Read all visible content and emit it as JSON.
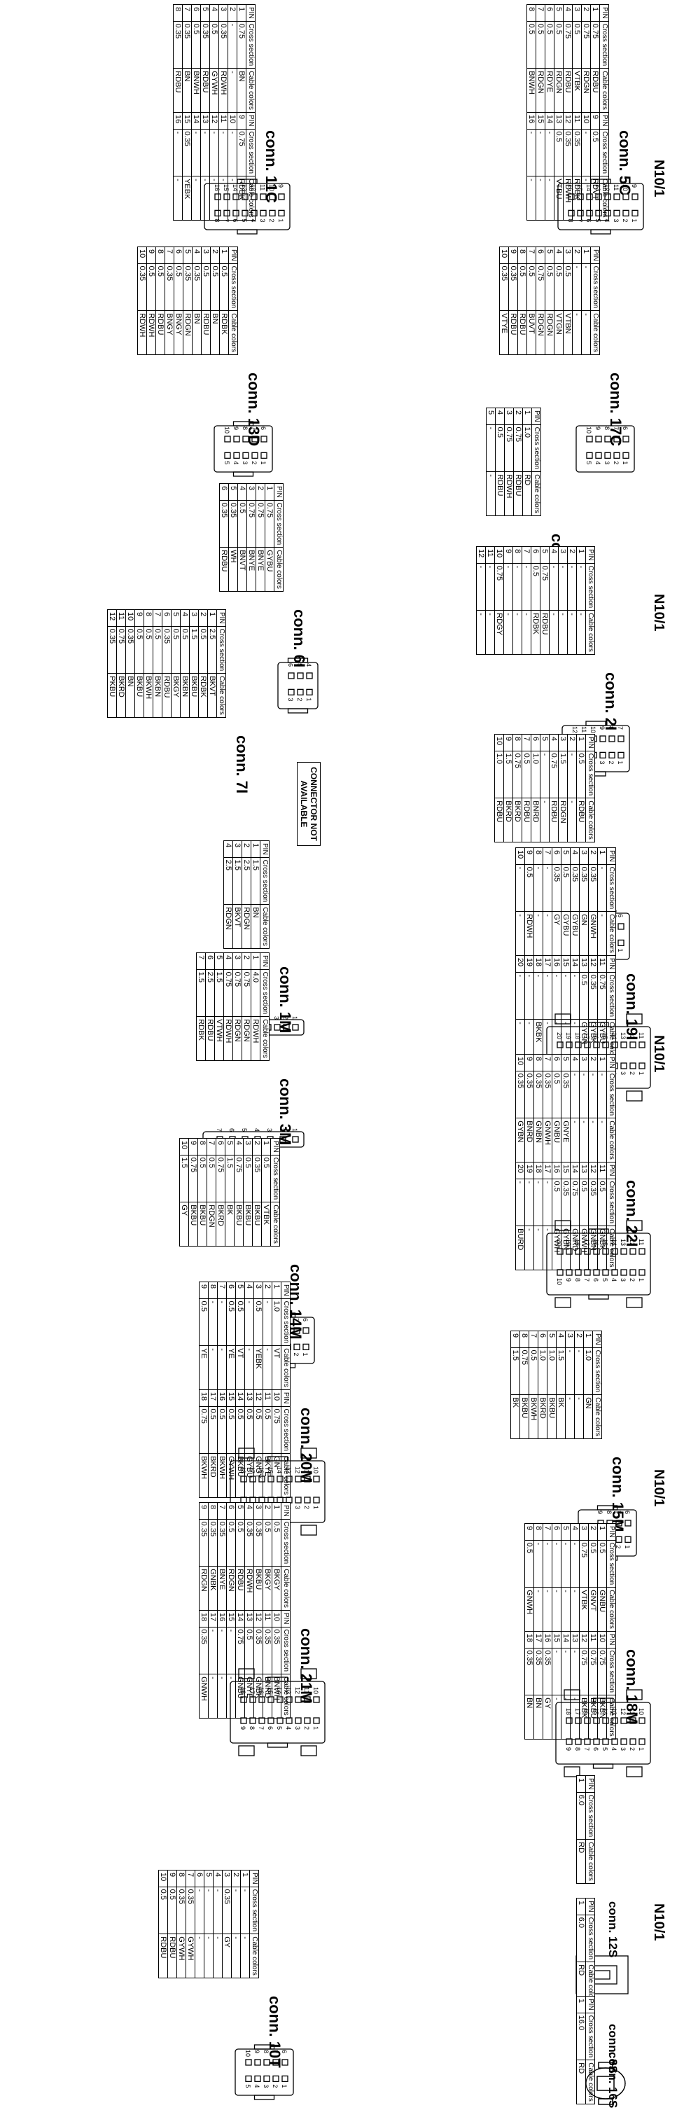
{
  "headers": {
    "h1": "N10/1",
    "h2": "N10/1",
    "h3": "N10/1",
    "h4": "N10/1",
    "h5": "N10/1"
  },
  "table_header": {
    "pin": "PIN",
    "cross": "Cross section",
    "cable": "Cable colors"
  },
  "na_text": "CONNECTOR NOT AVAILABLE",
  "connectors": [
    {
      "id": "5C",
      "title": "conn. 5C",
      "rows": [
        [
          "1",
          "0.75",
          "RDBU",
          "9",
          "0.5",
          "RDVT"
        ],
        [
          "2",
          "0.75",
          "RDGN",
          "10",
          "-",
          "-"
        ],
        [
          "3",
          "0.5",
          "VTBK",
          "11",
          "0.35",
          "RDBK"
        ],
        [
          "4",
          "0.75",
          "RDBU",
          "12",
          "0.35",
          "RDWH"
        ],
        [
          "5",
          "0.5",
          "RDGN",
          "13",
          "0.5",
          "VTBU"
        ],
        [
          "6",
          "0.5",
          "RDYE",
          "14",
          "-",
          "-"
        ],
        [
          "7",
          "0.5",
          "RDGN",
          "15",
          "-",
          "-"
        ],
        [
          "8",
          "0.5",
          "BNWH",
          "16",
          "-",
          "-"
        ]
      ]
    },
    {
      "id": "11C",
      "title": "conn. 11C",
      "rows": [
        [
          "1",
          "0.75",
          "BN",
          "9",
          "0.75",
          "RDBK"
        ],
        [
          "2",
          "-",
          "-",
          "10",
          "-",
          "-"
        ],
        [
          "3",
          "0.35",
          "RDWH",
          "11",
          "-",
          "-"
        ],
        [
          "4",
          "0.5",
          "GYWH",
          "12",
          "-",
          "-"
        ],
        [
          "5",
          "0.35",
          "RDBU",
          "13",
          "-",
          "-"
        ],
        [
          "6",
          "0.5",
          "BNWH",
          "14",
          "-",
          "-"
        ],
        [
          "7",
          "0.35",
          "BN",
          "15",
          "0.35",
          "YEBK"
        ],
        [
          "8",
          "0.35",
          "RDBU",
          "16",
          "-",
          "-"
        ]
      ]
    },
    {
      "id": "17C",
      "title": "conn. 17C",
      "rows": [
        [
          "1",
          "-",
          "-"
        ],
        [
          "2",
          "-",
          "-"
        ],
        [
          "3",
          "0.5",
          "VTBN"
        ],
        [
          "4",
          "0.5",
          "VTGN"
        ],
        [
          "5",
          "0.5",
          "RDGN"
        ],
        [
          "6",
          "0.75",
          "RDGN"
        ],
        [
          "7",
          "0.5",
          "BUVT"
        ],
        [
          "8",
          "0.5",
          "RDBU"
        ],
        [
          "9",
          "0.35",
          "RDBU"
        ],
        [
          "10",
          "0.35",
          "VTYE"
        ]
      ]
    },
    {
      "id": "13D",
      "title": "conn. 13D",
      "rows": [
        [
          "1",
          "0.5",
          "RDBK"
        ],
        [
          "2",
          "0.5",
          "BN"
        ],
        [
          "3",
          "0.5",
          "RDBU"
        ],
        [
          "4",
          "0.35",
          "BN"
        ],
        [
          "5",
          "0.35",
          "RDGN"
        ],
        [
          "6",
          "0.5",
          "BNGY"
        ],
        [
          "7",
          "0.35",
          "BNGY"
        ],
        [
          "8",
          "0.5",
          "RDBU"
        ],
        [
          "9",
          "0.5",
          "RDWH"
        ],
        [
          "10",
          "0.35",
          "RDWH"
        ]
      ]
    },
    {
      "id": "9G",
      "title": "conn. 9G",
      "rows": [
        [
          "1",
          "1.0",
          "RD"
        ],
        [
          "2",
          "0.75",
          "RDBU"
        ],
        [
          "3",
          "0.75",
          "RDWH"
        ],
        [
          "4",
          "0.5",
          "RDBU"
        ],
        [
          "5",
          "-",
          "-"
        ]
      ]
    },
    {
      "id": "6I",
      "title": "conn. 6I",
      "rows": [
        [
          "1",
          "0.75",
          "GYBU"
        ],
        [
          "2",
          "0.75",
          "BNYE"
        ],
        [
          "3",
          "0.75",
          "BNYE"
        ],
        [
          "4",
          "0.5",
          "BNVT"
        ],
        [
          "5",
          "0.35",
          "WH"
        ],
        [
          "6",
          "0.35",
          "RDBU"
        ]
      ]
    },
    {
      "id": "2I",
      "title": "conn. 2I",
      "rows": [
        [
          "1",
          "-",
          "-"
        ],
        [
          "2",
          "-",
          "-"
        ],
        [
          "3",
          "-",
          "-"
        ],
        [
          "4",
          "-",
          "-"
        ],
        [
          "5",
          "0.75",
          "RDBU"
        ],
        [
          "6",
          "0.5",
          "RDBK"
        ],
        [
          "7",
          "-",
          "-"
        ],
        [
          "8",
          "-",
          "-"
        ],
        [
          "9",
          "-",
          "-"
        ],
        [
          "10",
          "0.75",
          "RDGY"
        ],
        [
          "11",
          "-",
          "-"
        ],
        [
          "12",
          "-",
          "-"
        ]
      ]
    },
    {
      "id": "7I",
      "title": "conn. 7I",
      "rows": [
        [
          "1",
          "2.5",
          "BKVT"
        ],
        [
          "2",
          "0.5",
          "RDBK"
        ],
        [
          "3",
          "1.5",
          "BKBU"
        ],
        [
          "4",
          "0.5",
          "BKBN"
        ],
        [
          "5",
          "0.5",
          "BKGY"
        ],
        [
          "6",
          "0.35",
          "RDBU"
        ],
        [
          "7",
          "0.5",
          "BKBN"
        ],
        [
          "8",
          "0.5",
          "BKWH"
        ],
        [
          "9",
          "0.5",
          "BKBU"
        ],
        [
          "10",
          "0.35",
          "BN"
        ],
        [
          "11",
          "0.75",
          "BKRD"
        ],
        [
          "12",
          "0.35",
          "PKBU"
        ]
      ]
    },
    {
      "id": "4I",
      "title": "conn. 4I",
      "rows": [
        [
          "1",
          "0.5",
          "RDBU"
        ],
        [
          "2",
          "-",
          "-"
        ],
        [
          "3",
          "1.5",
          "RDGN"
        ],
        [
          "4",
          "0.75",
          "RDBU"
        ],
        [
          "5",
          "-",
          "-"
        ],
        [
          "6",
          "1.0",
          "BNRD"
        ],
        [
          "7",
          "0.5",
          "RDBU"
        ],
        [
          "8",
          "0.75",
          "BKRD"
        ],
        [
          "9",
          "1.5",
          "BKRD"
        ],
        [
          "10",
          "1.0",
          "RDBU"
        ]
      ]
    },
    {
      "id": "1M",
      "title": "conn. 1M",
      "rows": [
        [
          "1",
          "1.5",
          "BN"
        ],
        [
          "2",
          "2.5",
          "RDGN"
        ],
        [
          "3",
          "1.5",
          "BKVT"
        ],
        [
          "4",
          "2.5",
          "RDGN"
        ]
      ]
    },
    {
      "id": "19I",
      "title": "conn. 19I",
      "rows": [
        [
          "1",
          "-",
          "-",
          "11",
          "0.75",
          "GYBU"
        ],
        [
          "2",
          "0.35",
          "GNWH",
          "12",
          "0.35",
          "GYBK"
        ],
        [
          "3",
          "0.35",
          "GN",
          "13",
          "0.5",
          "GYGN"
        ],
        [
          "4",
          "0.35",
          "GYBU",
          "14",
          "-",
          "-"
        ],
        [
          "5",
          "0.5",
          "GYBU",
          "15",
          "-",
          "-"
        ],
        [
          "6",
          "0.35",
          "GY",
          "16",
          "-",
          "-"
        ],
        [
          "7",
          "-",
          "-",
          "17",
          "-",
          "-"
        ],
        [
          "8",
          "-",
          "-",
          "18",
          "-",
          "BKBK"
        ],
        [
          "9",
          "0.5",
          "RDWH",
          "19",
          "-",
          "-"
        ],
        [
          "10",
          "-",
          "-",
          "20",
          "-",
          "-"
        ]
      ]
    },
    {
      "id": "3M",
      "title": "conn. 3M",
      "rows": [
        [
          "1",
          "4.0",
          "RDWH"
        ],
        [
          "2",
          "0.75",
          "RDGN"
        ],
        [
          "3",
          "0.75",
          "RDGN"
        ],
        [
          "4",
          "0.75",
          "RDWH"
        ],
        [
          "5",
          "1.5",
          "VTWH"
        ],
        [
          "6",
          "2.5",
          "RDBU"
        ],
        [
          "7",
          "1.5",
          "RDBK"
        ]
      ]
    },
    {
      "id": "22I",
      "title": "conn. 22I",
      "rows": [
        [
          "1",
          "-",
          "-",
          "11",
          "0.5",
          "GNBK"
        ],
        [
          "2",
          "-",
          "-",
          "12",
          "0.35",
          "GNBN"
        ],
        [
          "3",
          "-",
          "-",
          "13",
          "0.5",
          "GNWH"
        ],
        [
          "4",
          "-",
          "-",
          "14",
          "0.75",
          "GNRD"
        ],
        [
          "5",
          "0.35",
          "GNYE",
          "15",
          "0.35",
          "GYBN"
        ],
        [
          "6",
          "0.5",
          "GNBU",
          "16",
          "0.5",
          "GYWH"
        ],
        [
          "7",
          "0.35",
          "GNWH",
          "17",
          "-",
          "-"
        ],
        [
          "8",
          "0.35",
          "GNBN",
          "18",
          "-",
          "-"
        ],
        [
          "9",
          "0.35",
          "BNRD",
          "19",
          "-",
          "-"
        ],
        [
          "10",
          "0.35",
          "GYBN",
          "20",
          "-",
          "BURD"
        ]
      ]
    },
    {
      "id": "14M",
      "title": "conn. 14M",
      "rows": [
        [
          "1",
          "0.5",
          "VTBK"
        ],
        [
          "2",
          "0.35",
          "BKBU"
        ],
        [
          "3",
          "0.5",
          "BKBU"
        ],
        [
          "4",
          "0.75",
          "BKBU"
        ],
        [
          "5",
          "1.5",
          "BK"
        ],
        [
          "6",
          "0.75",
          "BKRD"
        ],
        [
          "7",
          "0.5",
          "RDGN"
        ],
        [
          "8",
          "0.5",
          "BKBU"
        ],
        [
          "9",
          "0.75",
          "BKBU"
        ],
        [
          "10",
          "1.5",
          "GY"
        ]
      ]
    },
    {
      "id": "20M",
      "title": "conn. 20M",
      "rows": [
        [
          "1",
          "1.0",
          "VT",
          "10",
          "0.75",
          "GN"
        ],
        [
          "2",
          "-",
          "-",
          "11",
          "0.5",
          "BKYE"
        ],
        [
          "3",
          "0.5",
          "YEBK",
          "12",
          "0.5",
          "GNGY"
        ],
        [
          "4",
          "-",
          "-",
          "13",
          "0.5",
          "GYBU"
        ],
        [
          "5",
          "0.5",
          "VT",
          "14",
          "0.5",
          "BKBU"
        ],
        [
          "6",
          "0.5",
          "YE",
          "15",
          "0.5",
          "GYWH"
        ],
        [
          "7",
          "-",
          "-",
          "16",
          "0.5",
          "BKWH"
        ],
        [
          "8",
          "-",
          "-",
          "17",
          "0.5",
          "BKRD"
        ],
        [
          "9",
          "0.5",
          "YE",
          "18",
          "0.75",
          "BKWH"
        ]
      ]
    },
    {
      "id": "15M",
      "title": "conn. 15M",
      "rows": [
        [
          "1",
          "1.0",
          "GN"
        ],
        [
          "2",
          "-",
          "-"
        ],
        [
          "3",
          "-",
          "-"
        ],
        [
          "4",
          "1.5",
          "BK"
        ],
        [
          "5",
          "1.0",
          "BKBU"
        ],
        [
          "6",
          "1.0",
          "BKRD"
        ],
        [
          "7",
          "0.5",
          "BKWH"
        ],
        [
          "8",
          "0.75",
          "BKBU"
        ],
        [
          "9",
          "1.5",
          "BK"
        ]
      ]
    },
    {
      "id": "21M",
      "title": "conn. 21M",
      "rows": [
        [
          "1",
          "0.5",
          "BKGY",
          "10",
          "0.35",
          "BNWH"
        ],
        [
          "2",
          "0.5",
          "BKGY",
          "11",
          "0.35",
          "BNRD"
        ],
        [
          "3",
          "0.35",
          "BKBU",
          "12",
          "0.35",
          "GNBK"
        ],
        [
          "4",
          "0.35",
          "RDWH",
          "13",
          "0.5",
          "GNYE"
        ],
        [
          "5",
          "0.5",
          "RDBU",
          "14",
          "0.75",
          "GNBU"
        ],
        [
          "6",
          "0.5",
          "RDGN",
          "15",
          "-",
          "-"
        ],
        [
          "7",
          "0.35",
          "BNYE",
          "16",
          "-",
          "-"
        ],
        [
          "8",
          "0.35",
          "GNBK",
          "17",
          "-",
          "-"
        ],
        [
          "9",
          "0.35",
          "RDGN",
          "18",
          "0.35",
          "GNWH"
        ]
      ]
    },
    {
      "id": "18M",
      "title": "conn. 18M",
      "rows": [
        [
          "1",
          "0.5",
          "GNBU",
          "10",
          "0.75",
          "BKBN"
        ],
        [
          "2",
          "0.5",
          "GNVT",
          "11",
          "0.75",
          "BKBU"
        ],
        [
          "3",
          "0.75",
          "VTBK",
          "12",
          "0.75",
          "BKBK"
        ],
        [
          "4",
          "-",
          "-",
          "13",
          "-",
          "-"
        ],
        [
          "5",
          "-",
          "-",
          "14",
          "-",
          "-"
        ],
        [
          "6",
          "-",
          "-",
          "15",
          "-",
          "-"
        ],
        [
          "7",
          "-",
          "-",
          "16",
          "0.35",
          "GY"
        ],
        [
          "8",
          "-",
          "-",
          "17",
          "0.35",
          "BN"
        ],
        [
          "9",
          "0.5",
          "GNWH",
          "18",
          "0.35",
          "BN"
        ]
      ]
    },
    {
      "id": "12S",
      "title": "conn. 12S",
      "rows": [
        [
          "1",
          "6.0",
          "RD"
        ]
      ]
    },
    {
      "id": "8S",
      "title": "conn. 8S",
      "rows": [
        [
          "1",
          "6.0",
          "RD"
        ]
      ]
    },
    {
      "id": "10T",
      "title": "conn. 10T",
      "rows": [
        [
          "1",
          "-",
          "-"
        ],
        [
          "2",
          "-",
          "-"
        ],
        [
          "3",
          "0.35",
          "GY"
        ],
        [
          "4",
          "-",
          "-"
        ],
        [
          "5",
          "-",
          "-"
        ],
        [
          "6",
          "-",
          "-"
        ],
        [
          "7",
          "0.35",
          "GYWH"
        ],
        [
          "8",
          "0.35",
          "GYWH"
        ],
        [
          "9",
          "0.5",
          "RDBU"
        ],
        [
          "10",
          "0.5",
          "RDBU"
        ]
      ]
    },
    {
      "id": "16S",
      "title": "conn. 16S",
      "rows": [
        [
          "1",
          "16.0",
          "RD"
        ]
      ]
    }
  ]
}
